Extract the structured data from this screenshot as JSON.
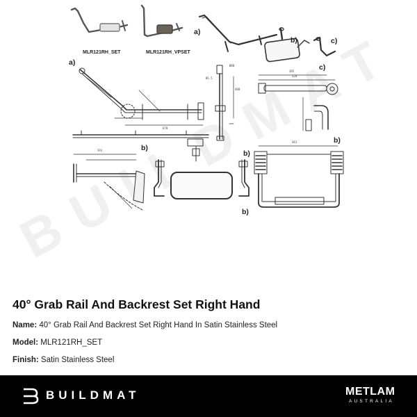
{
  "watermark": {
    "text": "BUILDMAT"
  },
  "thumbnails": [
    {
      "caption": "MLR121RH_SET"
    },
    {
      "caption": "MLR121RH_VPSET"
    }
  ],
  "callouts": {
    "a": "a)",
    "b": "b)",
    "c": "c)"
  },
  "product": {
    "title": "40° Grab Rail And Backrest Set Right Hand",
    "specs": [
      {
        "label": "Name:",
        "value": "40° Grab Rail And Backrest Set Right Hand In Satin Stainless Steel"
      },
      {
        "label": "Model:",
        "value": "MLR121RH_SET"
      },
      {
        "label": "Finish:",
        "value": "Satin Stainless Steel"
      }
    ]
  },
  "footer": {
    "brand": "BUILDMAT",
    "partner": "METLAM",
    "partner_sub": "AUSTRALIA"
  }
}
